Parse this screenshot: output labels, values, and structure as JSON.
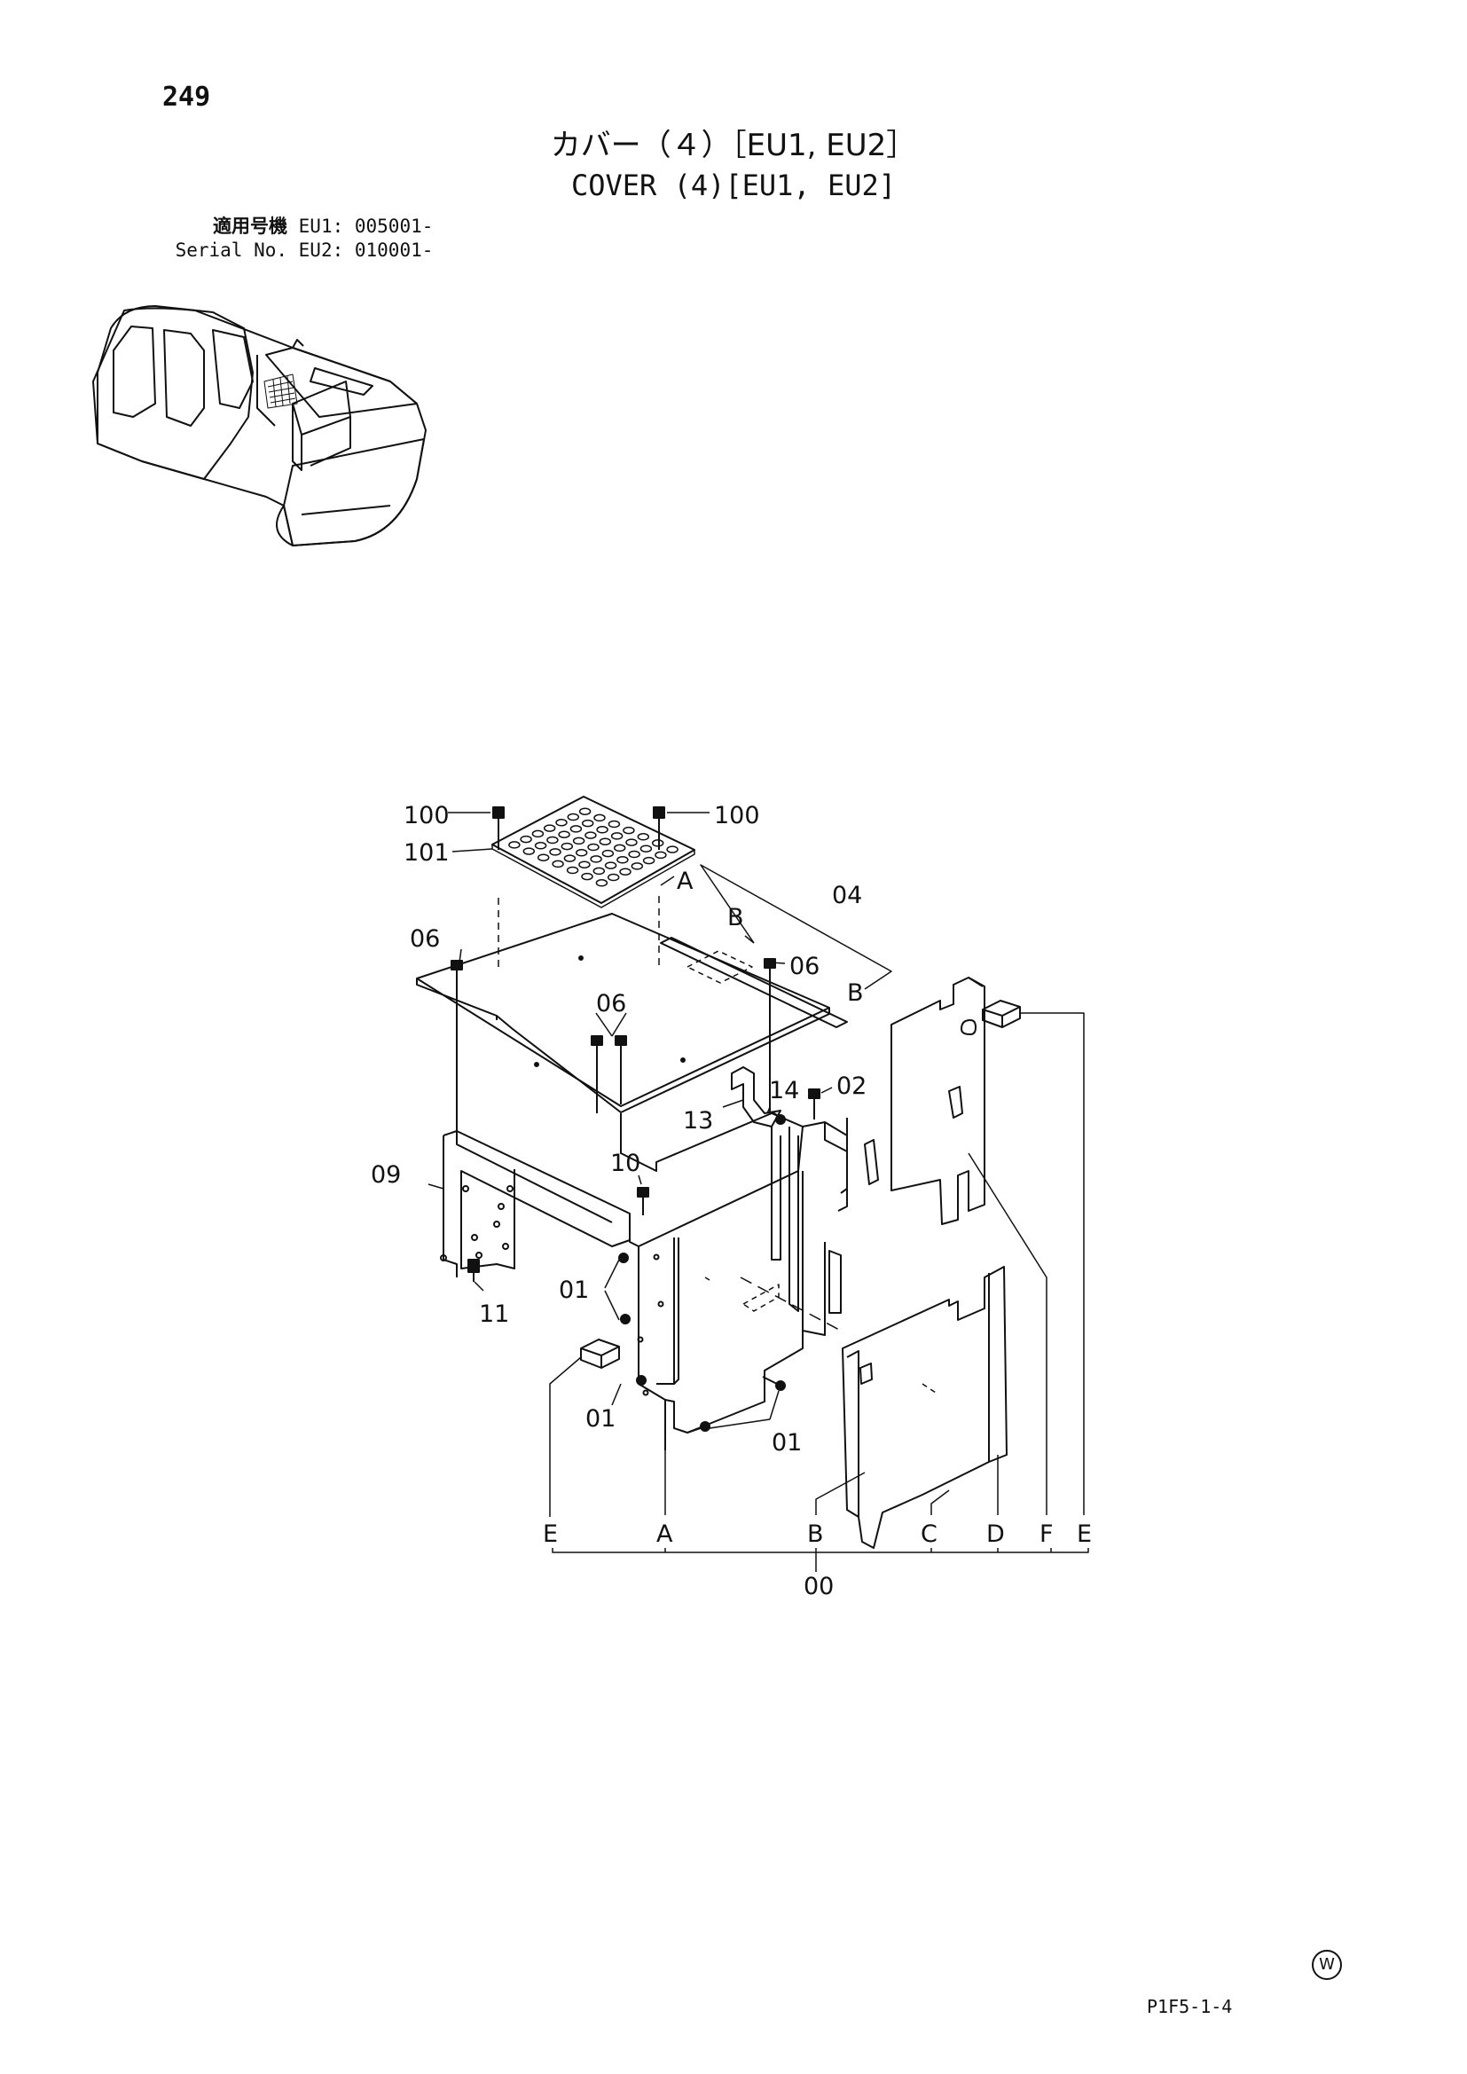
{
  "page_number": "249",
  "title_jp": "カバー（４）［EU1, EU2］",
  "title_en": "COVER (4)[EU1, EU2]",
  "serial": {
    "label_jp": "適用号機",
    "label_en": "Serial No.",
    "rows": [
      "EU1: 005001-",
      "EU2: 010001-"
    ]
  },
  "callouts": {
    "c100_left": "100",
    "c100_right": "100",
    "c101": "101",
    "cA_top": "A",
    "cB_top": "B",
    "c04": "04",
    "cB_right": "B",
    "c06_left": "06",
    "c06_right": "06",
    "c06_mid": "06",
    "c14": "14",
    "c02": "02",
    "c13": "13",
    "c09": "09",
    "c10": "10",
    "c01_left": "01",
    "c11": "11",
    "c01_low": "01",
    "c01_right": "01",
    "bE_left": "E",
    "bA": "A",
    "bB": "B",
    "bC": "C",
    "bD": "D",
    "bF": "F",
    "bE_right": "E",
    "c00": "00"
  },
  "watermark": "W",
  "drawing_code": "P1F5-1-4"
}
